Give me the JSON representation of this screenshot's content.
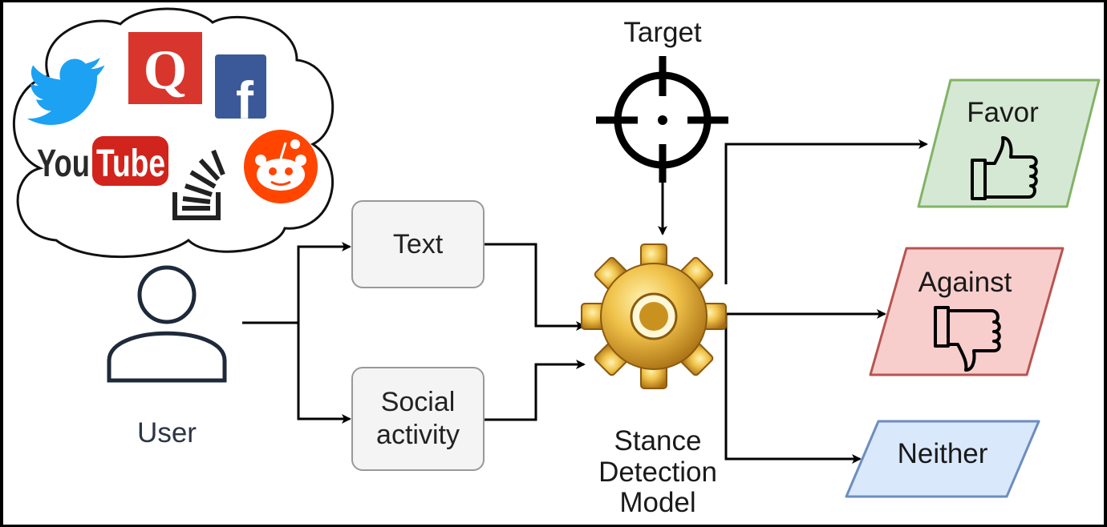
{
  "target": {
    "label": "Target"
  },
  "user": {
    "label": "User"
  },
  "inputs": {
    "text": "Text",
    "social_line1": "Social",
    "social_line2": "activity"
  },
  "model": {
    "line1": "Stance",
    "line2": "Detection",
    "line3": "Model"
  },
  "outputs": {
    "favor": "Favor",
    "against": "Against",
    "neither": "Neither"
  },
  "logos": {
    "youtube_you": "You",
    "youtube_tube": "Tube",
    "quora": "Q",
    "facebook": "f"
  },
  "colors": {
    "favor_fill": "#d5e8d4",
    "favor_stroke": "#82b366",
    "against_fill": "#f8cecc",
    "against_stroke": "#b85450",
    "neither_fill": "#dae8fc",
    "neither_stroke": "#6c8ebf",
    "twitter": "#1da1f2",
    "quora": "#d8362d",
    "facebook": "#3b5998",
    "youtube": "#d1241c",
    "reddit": "#ff4500",
    "stackoverflow": "#222222"
  }
}
